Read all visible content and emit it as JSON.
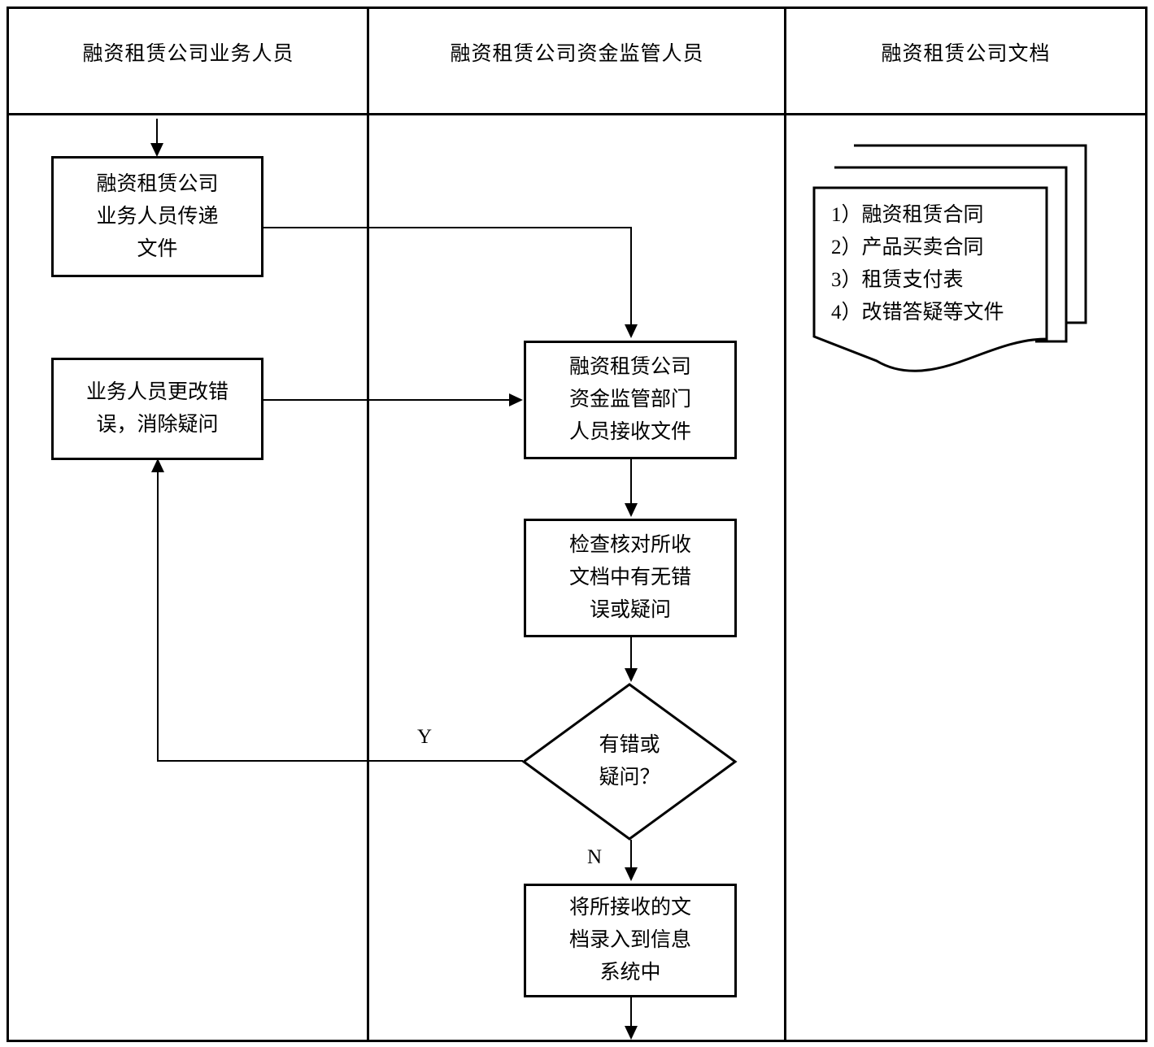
{
  "lanes": [
    {
      "title": "融资租赁公司业务人员"
    },
    {
      "title": "融资租赁公司资金监管人员"
    },
    {
      "title": "融资租赁公司文档"
    }
  ],
  "nodes": {
    "transfer": {
      "text": "融资租赁公司\n业务人员传递\n文件"
    },
    "fix": {
      "text": "业务人员更改错\n误，消除疑问"
    },
    "receive": {
      "text": "融资租赁公司\n资金监管部门\n人员接收文件"
    },
    "check": {
      "text": "检查核对所收\n文档中有无错\n误或疑问"
    },
    "decision": {
      "text": "有错或\n疑问？"
    },
    "enter": {
      "text": "将所接收的文\n档录入到信息\n系统中"
    }
  },
  "documents": {
    "text": "1）融资租赁合同\n2）产品买卖合同\n3）租赁支付表\n4）改错答疑等文件"
  },
  "branches": {
    "yes": "Y",
    "no": "N"
  },
  "colors": {
    "stroke": "#000000",
    "background": "#ffffff"
  }
}
